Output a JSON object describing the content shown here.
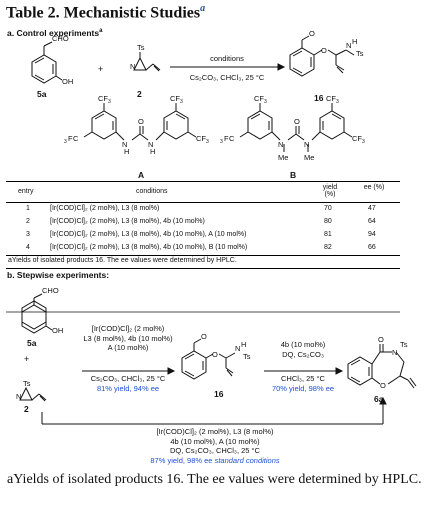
{
  "title": "Table 2. Mechanistic Studies",
  "title_sup": "a",
  "sectionA": {
    "heading": "a. Control experiments",
    "heading_sup": "a",
    "reactant1_label": "5a",
    "reactant2_label": "2",
    "plus": "+",
    "arrow_top": "conditions",
    "arrow_bottom": "Cs₂CO₃, CHCl₃, 25 °C",
    "product_label": "16",
    "ligandA_label": "A",
    "ligandB_label": "B",
    "table": {
      "headers": [
        "entry",
        "conditions",
        "yield (%)",
        "ee (%)"
      ],
      "rows": [
        [
          "1",
          "[Ir(COD)Cl]₂ (2 mol%), L3 (8 mol%)",
          "70",
          "47"
        ],
        [
          "2",
          "[Ir(COD)Cl]₂ (2 mol%), L3 (8 mol%), 4b (10 mol%)",
          "80",
          "64"
        ],
        [
          "3",
          "[Ir(COD)Cl]₂ (2 mol%), L3 (8 mol%), 4b (10 mol%), A (10 mol%)",
          "81",
          "94"
        ],
        [
          "4",
          "[Ir(COD)Cl]₂ (2 mol%), L3 (8 mol%), 4b (10 mol%), B (10 mol%)",
          "82",
          "66"
        ]
      ],
      "footnote": "aYields of isolated products 16. The ee values were determined by HPLC."
    }
  },
  "sectionB": {
    "heading": "b. Stepwise experiments:",
    "reactant1_label": "5a",
    "reactant2_label": "2",
    "plus": "+",
    "step1": {
      "line1": "[Ir(COD)Cl]₂ (2 mol%)",
      "line2": "L3 (8 mol%), 4b (10 mol%)",
      "line3": "A (10 mol%)",
      "line4": "Cs₂CO₃, CHCl₃, 25 °C",
      "result": "81% yield, 94% ee"
    },
    "intermediate_label": "16",
    "step2": {
      "line1": "4b (10 mol%)",
      "line2": "DQ, Cs₂CO₃",
      "line3": "CHCl₃, 25 °C",
      "result": "70% yield, 98% ee"
    },
    "product_label": "6a",
    "onepot": {
      "line1": "[Ir(COD)Cl]₂ (2 mol%), L3 (8 mol%)",
      "line2": "4b (10 mol%), A (10 mol%)",
      "line3": "DQ, Cs₂CO₃, CHCl₃, 25 °C",
      "result": "87% yield, 98% ee",
      "note": "standard conditions"
    }
  },
  "footnote": "aYields of isolated products 16. The ee values were determined by HPLC.",
  "colors": {
    "accent_blue": "#1f4fd6",
    "title_sup": "#2a4b9b"
  }
}
